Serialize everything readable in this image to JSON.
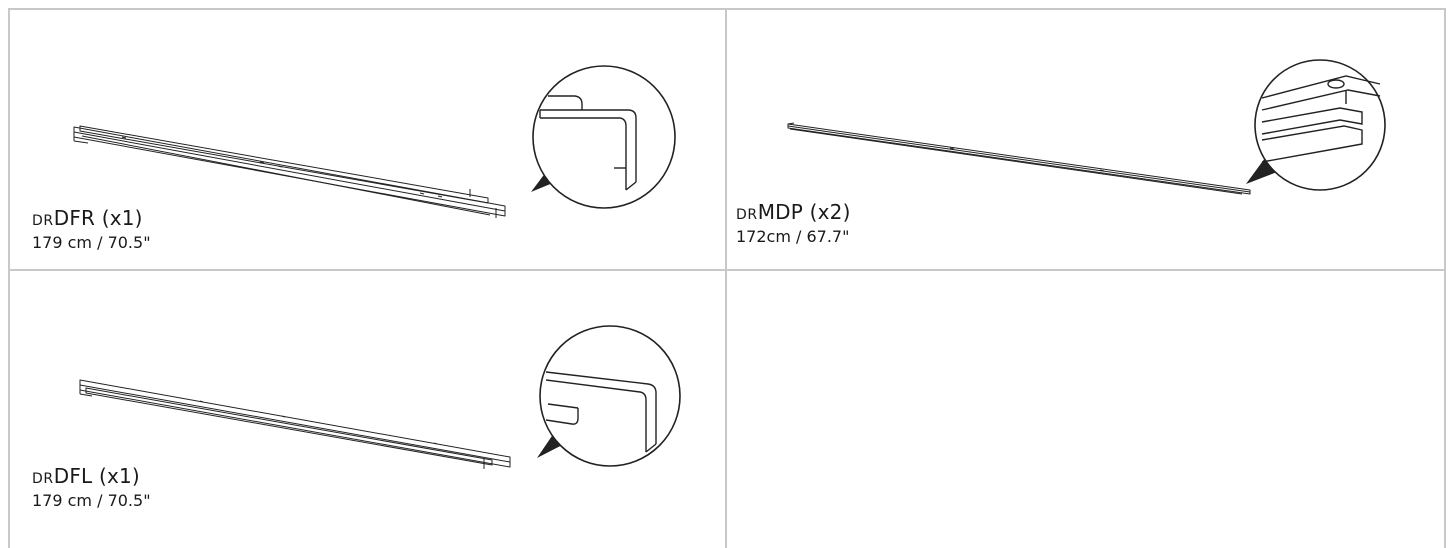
{
  "parts": [
    {
      "prefix": "DR",
      "code": "DFR",
      "qty": "(x1)",
      "size": "179 cm / 70.5\"",
      "icon": "profile-rail-detail-icon"
    },
    {
      "prefix": "DR",
      "code": "MDP",
      "qty": "(x2)",
      "size": "172cm / 67.7\"",
      "icon": "profile-rail-hole-detail-icon"
    },
    {
      "prefix": "DR",
      "code": "DFL",
      "qty": "(x1)",
      "size": "179 cm / 70.5\"",
      "icon": "profile-rail-detail-icon"
    }
  ]
}
